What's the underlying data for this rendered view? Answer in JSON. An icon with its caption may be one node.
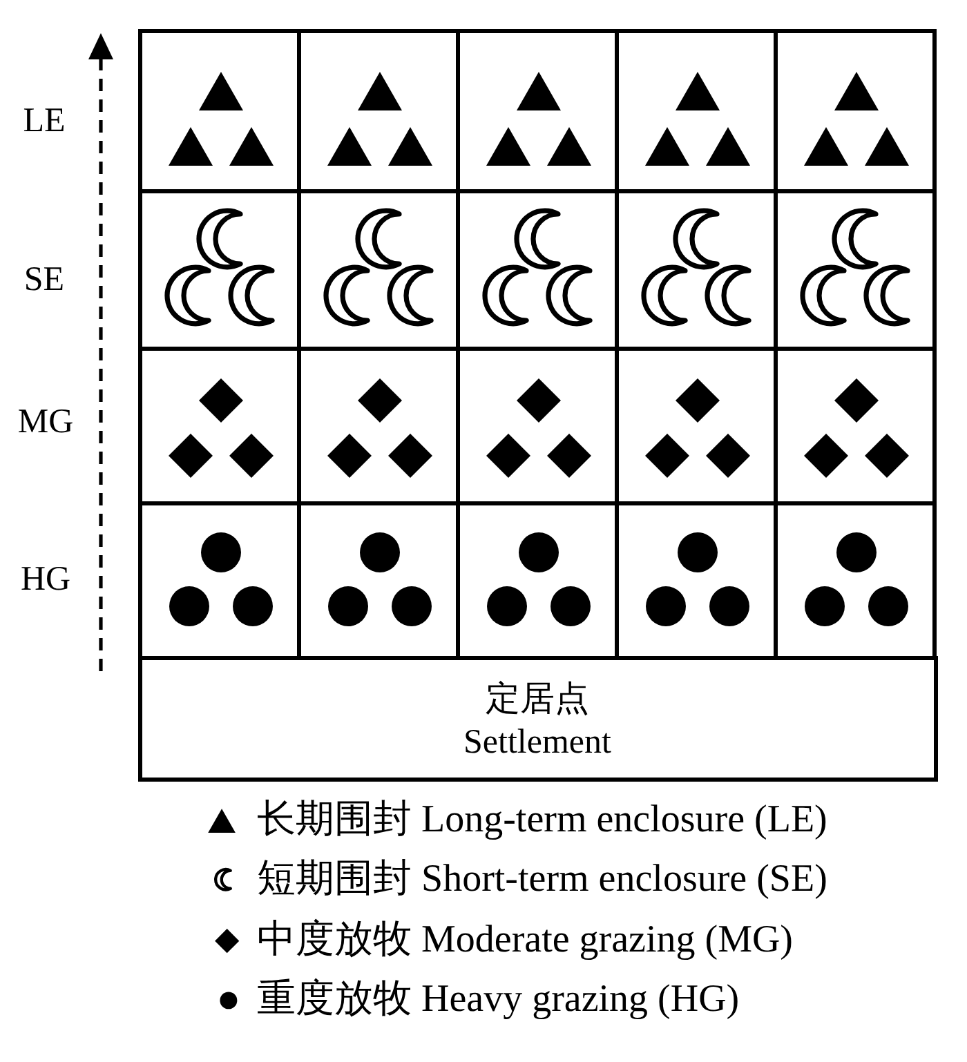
{
  "diagram": {
    "nodes": [
      {
        "text": [],
        "shape": "box"
      },
      {
        "text": [],
        "shape": "box"
      },
      {
        "text": [],
        "shape": "box"
      },
      {
        "text": [],
        "shape": "box"
      },
      {
        "text": [],
        "shape": "box"
      },
      {
        "text": [],
        "shape": "box"
      },
      {
        "text": [],
        "shape": "box"
      },
      {
        "text": [],
        "shape": "box"
      },
      {
        "text": [],
        "shape": "box"
      },
      {
        "text": [],
        "shape": "box"
      },
      {
        "text": [],
        "shape": "box"
      },
      {
        "text": [],
        "shape": "box"
      },
      {
        "text": [],
        "shape": "box"
      },
      {
        "text": [],
        "shape": "box"
      },
      {
        "text": [],
        "shape": "box"
      },
      {
        "text": [],
        "shape": "box"
      },
      {
        "text": [],
        "shape": "box"
      },
      {
        "text": [],
        "shape": "box"
      },
      {
        "text": [],
        "shape": "box"
      },
      {
        "text": [],
        "shape": "box"
      },
      {
        "text": [
          "定居点",
          "Settlement"
        ]
      }
    ],
    "labels": [
      "LE",
      "SE",
      "MG",
      "HG"
    ],
    "legend": [
      {
        "text": "长期围封 Long-term enclosure (LE)"
      },
      {
        "text": "短期围封 Short-term enclosure (SE)"
      },
      {
        "text": "中度放牧 Moderate grazing (MG)"
      },
      {
        "text": "重度放牧 Heavy grazing (HG)"
      }
    ]
  }
}
